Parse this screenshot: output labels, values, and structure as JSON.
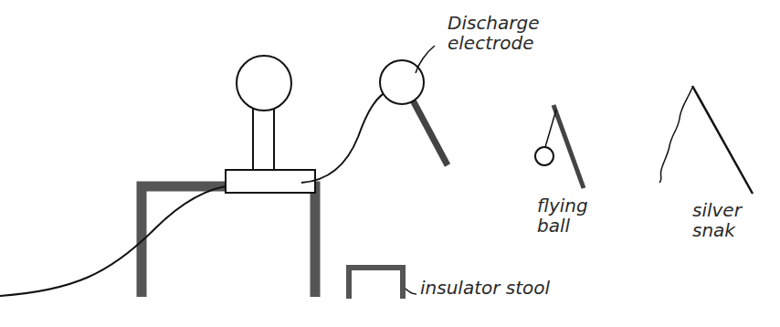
{
  "diagram": {
    "labels": [
      "Discharge electrode",
      "flying ball",
      "silver snak",
      "insulator stool"
    ]
  }
}
